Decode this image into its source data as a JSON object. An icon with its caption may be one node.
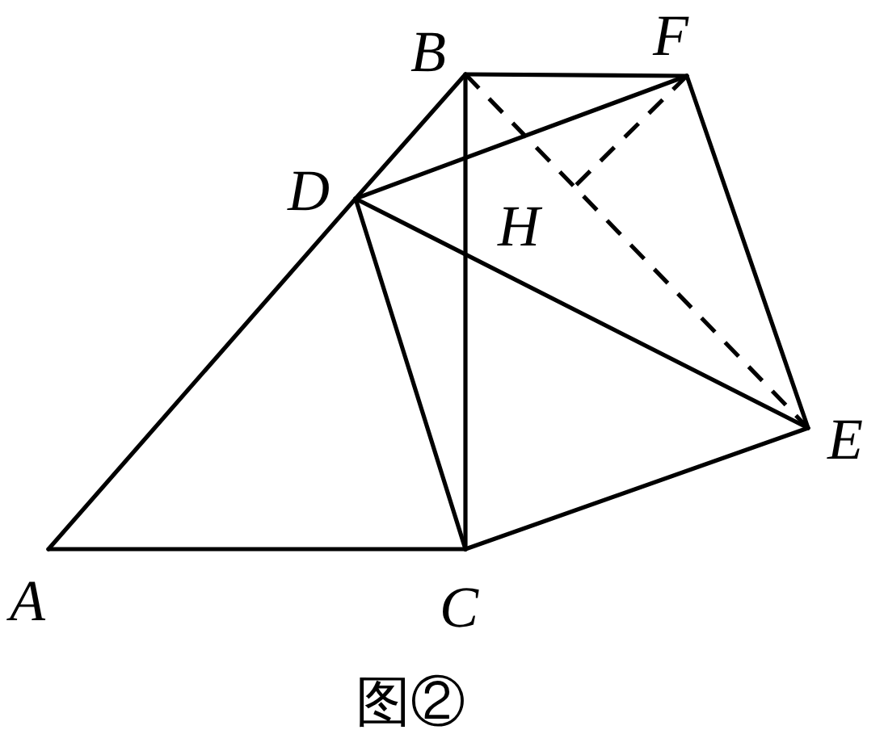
{
  "diagram": {
    "caption": "图②",
    "nodes": [
      {
        "text": [
          "B"
        ]
      },
      {
        "text": [
          "F"
        ]
      },
      {
        "text": [
          "D"
        ]
      },
      {
        "text": [
          "H"
        ]
      },
      {
        "text": [
          "E"
        ]
      },
      {
        "text": [
          "A"
        ]
      },
      {
        "text": [
          "C"
        ]
      }
    ],
    "edges": [
      {
        "from": 5,
        "to": 2,
        "arrow": "none"
      },
      {
        "from": 2,
        "to": 0,
        "arrow": "none"
      },
      {
        "from": 0,
        "to": 1,
        "arrow": "none"
      },
      {
        "from": 5,
        "to": 6,
        "arrow": "none"
      },
      {
        "from": 0,
        "to": 6,
        "arrow": "none"
      },
      {
        "from": 2,
        "to": 6,
        "arrow": "none"
      },
      {
        "from": 2,
        "to": 1,
        "arrow": "none"
      },
      {
        "from": 2,
        "to": 4,
        "arrow": "none"
      },
      {
        "from": 6,
        "to": 4,
        "arrow": "none"
      },
      {
        "from": 1,
        "to": 4,
        "arrow": "none"
      },
      {
        "from": 0,
        "to": 4,
        "arrow": "none",
        "style": "dashed"
      },
      {
        "from": 1,
        "to": 3,
        "arrow": "none",
        "style": "dashed"
      }
    ]
  }
}
